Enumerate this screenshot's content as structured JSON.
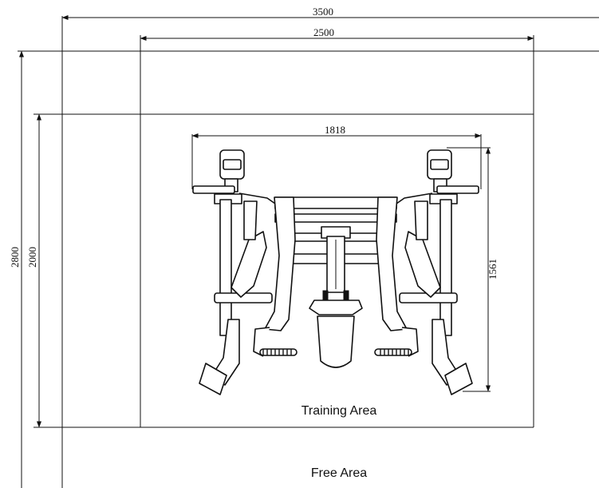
{
  "dimensions": {
    "free_width": "3500",
    "training_width": "2500",
    "machine_width": "1818",
    "free_depth": "2800",
    "training_depth": "2000",
    "machine_depth": "1561"
  },
  "areas": {
    "training": "Training Area",
    "free": "Free Area"
  }
}
